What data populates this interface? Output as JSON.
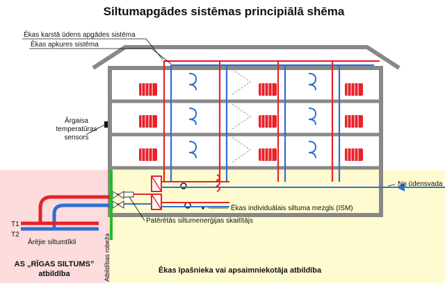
{
  "title": "Siltumapgādes sistēmas principiālā shēma",
  "labels": {
    "hot_water": "Ēkas karstā ūdens apgādes sistēma",
    "heating": "Ēkas apkures sistēma",
    "sensor_line1": "Ārgaisa",
    "sensor_line2": "temperatūras",
    "sensor_line3": "sensors",
    "water_supply": "No ūdensvada",
    "ism": "Ēkas individuālais siltuma mezgls (ISM)",
    "meter": "Patērētās siltumenerģijas skaitītājs",
    "t1": "T1",
    "t2": "T2",
    "external_networks": "Ārējie siltumtīkli",
    "boundary": "Atbildības robeža",
    "owner_line1": "AS „RĪGAS SILTUMS”",
    "owner_line2": "atbildība",
    "building_owner": "Ēkas īpašnieka vai apsaimniekotāja atbildība"
  },
  "colors": {
    "supply": "#e8212a",
    "return": "#2f6fd0",
    "building_zone": "#fffbd0",
    "utility_zone": "#fcdcdc",
    "boundary_line": "#22bb22",
    "wall": "#888888"
  }
}
